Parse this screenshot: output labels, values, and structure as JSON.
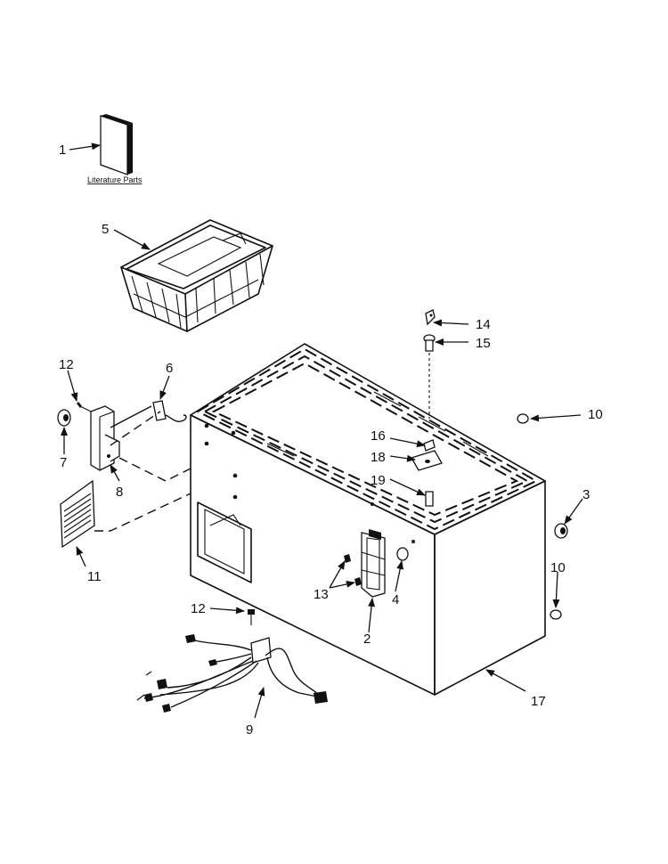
{
  "diagram": {
    "literature_label": "Literature Parts",
    "callouts": {
      "c1": "1",
      "c2": "2",
      "c3": "3",
      "c4": "4",
      "c5": "5",
      "c6": "6",
      "c7": "7",
      "c8": "8",
      "c9": "9",
      "c10a": "10",
      "c10b": "10",
      "c11": "11",
      "c12a": "12",
      "c12b": "12",
      "c13": "13",
      "c14": "14",
      "c15": "15",
      "c16": "16",
      "c17": "17",
      "c18": "18",
      "c19": "19"
    }
  }
}
